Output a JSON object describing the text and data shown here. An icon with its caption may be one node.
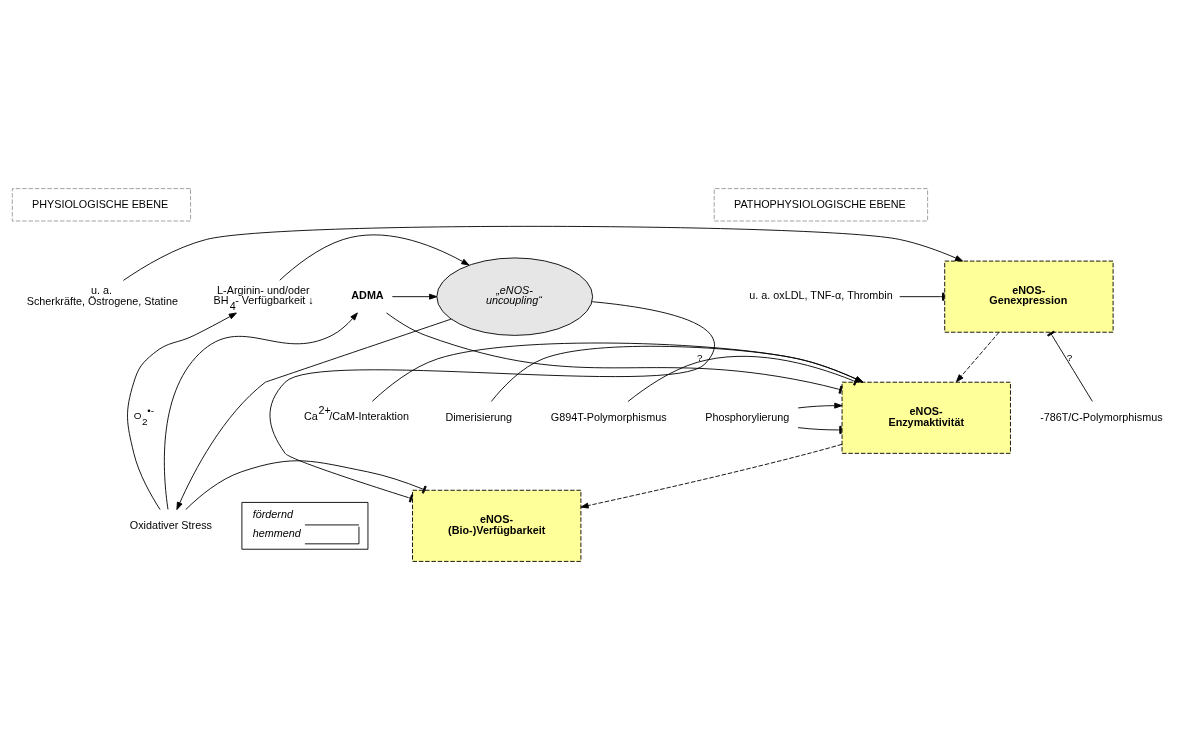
{
  "diagram": {
    "nodes": [
      {
        "text": [
          "PHYSIOLOGISCHE EBENE"
        ]
      },
      {
        "text": [
          "PATHOPHYSIOLOGISCHE EBENE"
        ]
      },
      {
        "text": [
          "eNOS- Genexpression"
        ]
      },
      {
        "text": [
          "eNOS- Enzymaktivität"
        ]
      },
      {
        "text": [
          "eNOS- (Bio-)Verfügbarkeit"
        ]
      },
      {
        "text": [
          "u. a. Scherkräfte, Östrogene, Statine"
        ]
      },
      {
        "text": [
          "u. a. oxLDL, TNF-α, Thrombin"
        ]
      },
      {
        "text": [
          "-786T/C-Polymorphismus"
        ]
      },
      {
        "text": [
          "Phosphorylierung"
        ]
      },
      {
        "text": [
          "Ca$^{2+}$/CaM-Interaktion"
        ]
      },
      {
        "text": [
          "Dimerisierung"
        ]
      },
      {
        "text": [
          "G894T-Polymorphismus"
        ]
      },
      {
        "text": [
          "„eNOS- uncoupling“"
        ]
      },
      {
        "text": [
          "ADMA"
        ]
      },
      {
        "text": [
          "L-Arginin- und/oder BH$_{4}$- Verfügbarkeit ↓"
        ]
      },
      {
        "text": [
          "Oxidativer Stress"
        ]
      }
    ],
    "edges": [
      {
        "from": 5,
        "to": 2,
        "arrow": "to"
      },
      {
        "from": 6,
        "to": 2,
        "arrow": "other"
      },
      {
        "from": 7,
        "to": 2,
        "arrow": "other",
        "label": "?"
      },
      {
        "from": 2,
        "to": 3,
        "arrow": "to",
        "style": "dashed"
      },
      {
        "from": 8,
        "to": 3,
        "arrow": "other"
      },
      {
        "from": 8,
        "to": 3,
        "arrow": "to"
      },
      {
        "from": 9,
        "to": 3,
        "arrow": "to"
      },
      {
        "from": 10,
        "to": 3,
        "arrow": "to"
      },
      {
        "from": 11,
        "to": 3,
        "arrow": "other",
        "label": "?"
      },
      {
        "from": 3,
        "to": 4,
        "arrow": "to",
        "style": "dashed"
      },
      {
        "from": 13,
        "to": 3,
        "arrow": "other"
      },
      {
        "from": 13,
        "to": 12,
        "arrow": "to"
      },
      {
        "from": 12,
        "to": 4,
        "arrow": "other"
      },
      {
        "from": 12,
        "to": 15,
        "arrow": "to"
      },
      {
        "from": 15,
        "to": 13,
        "arrow": "to"
      },
      {
        "from": 14,
        "to": 12,
        "arrow": "to"
      },
      {
        "from": 15,
        "to": 14,
        "arrow": "to",
        "label": "O$_{2}$$^{•-}$"
      },
      {
        "from": 15,
        "to": 4,
        "arrow": "other"
      }
    ],
    "legend": [
      {
        "text": "fördernd"
      },
      {
        "text": "hemmend"
      }
    ]
  }
}
